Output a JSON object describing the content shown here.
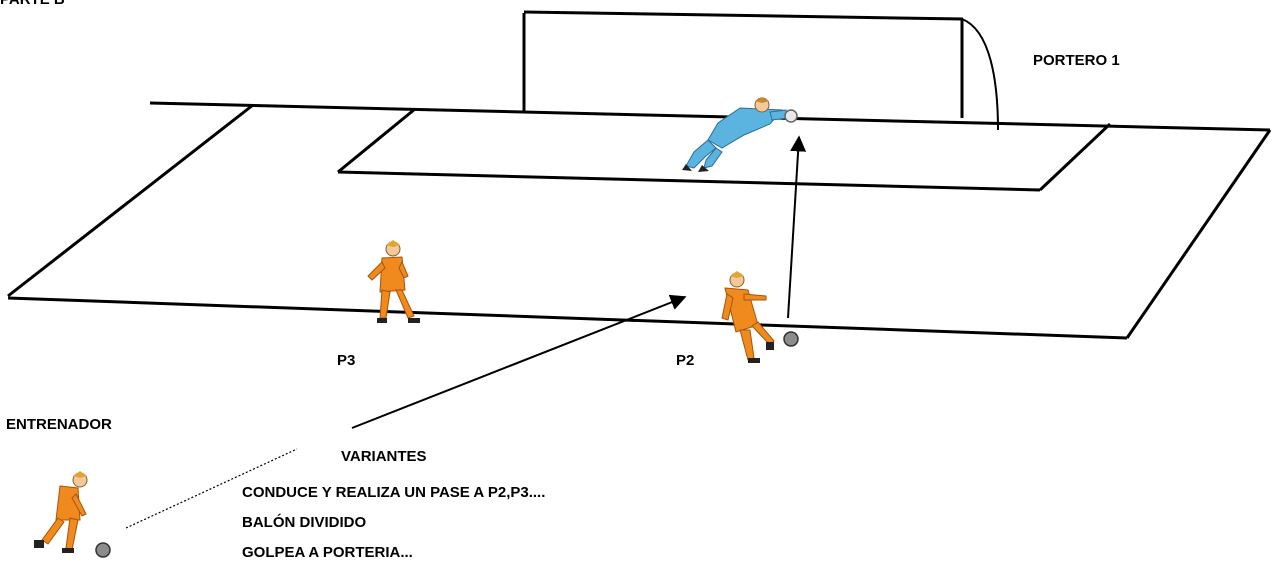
{
  "header": {
    "part_title": "PARTE B"
  },
  "labels": {
    "goalkeeper": "PORTERO 1",
    "p3": "P3",
    "p2": "P2",
    "coach": "ENTRENADOR"
  },
  "variants": {
    "title": "VARIANTES",
    "items": [
      "CONDUCE Y REALIZA UN PASE  A  P2,P3....",
      "BALÓN DIVIDIDO",
      "GOLPEA A PORTERIA..."
    ]
  },
  "colors": {
    "field_line": "#000000",
    "player_kit": "#f08a1e",
    "goalkeeper_kit": "#5bb3e0",
    "ball": "#808080"
  },
  "icons": [
    "goalkeeper-figure",
    "player-figure",
    "coach-figure",
    "ball-icon"
  ]
}
